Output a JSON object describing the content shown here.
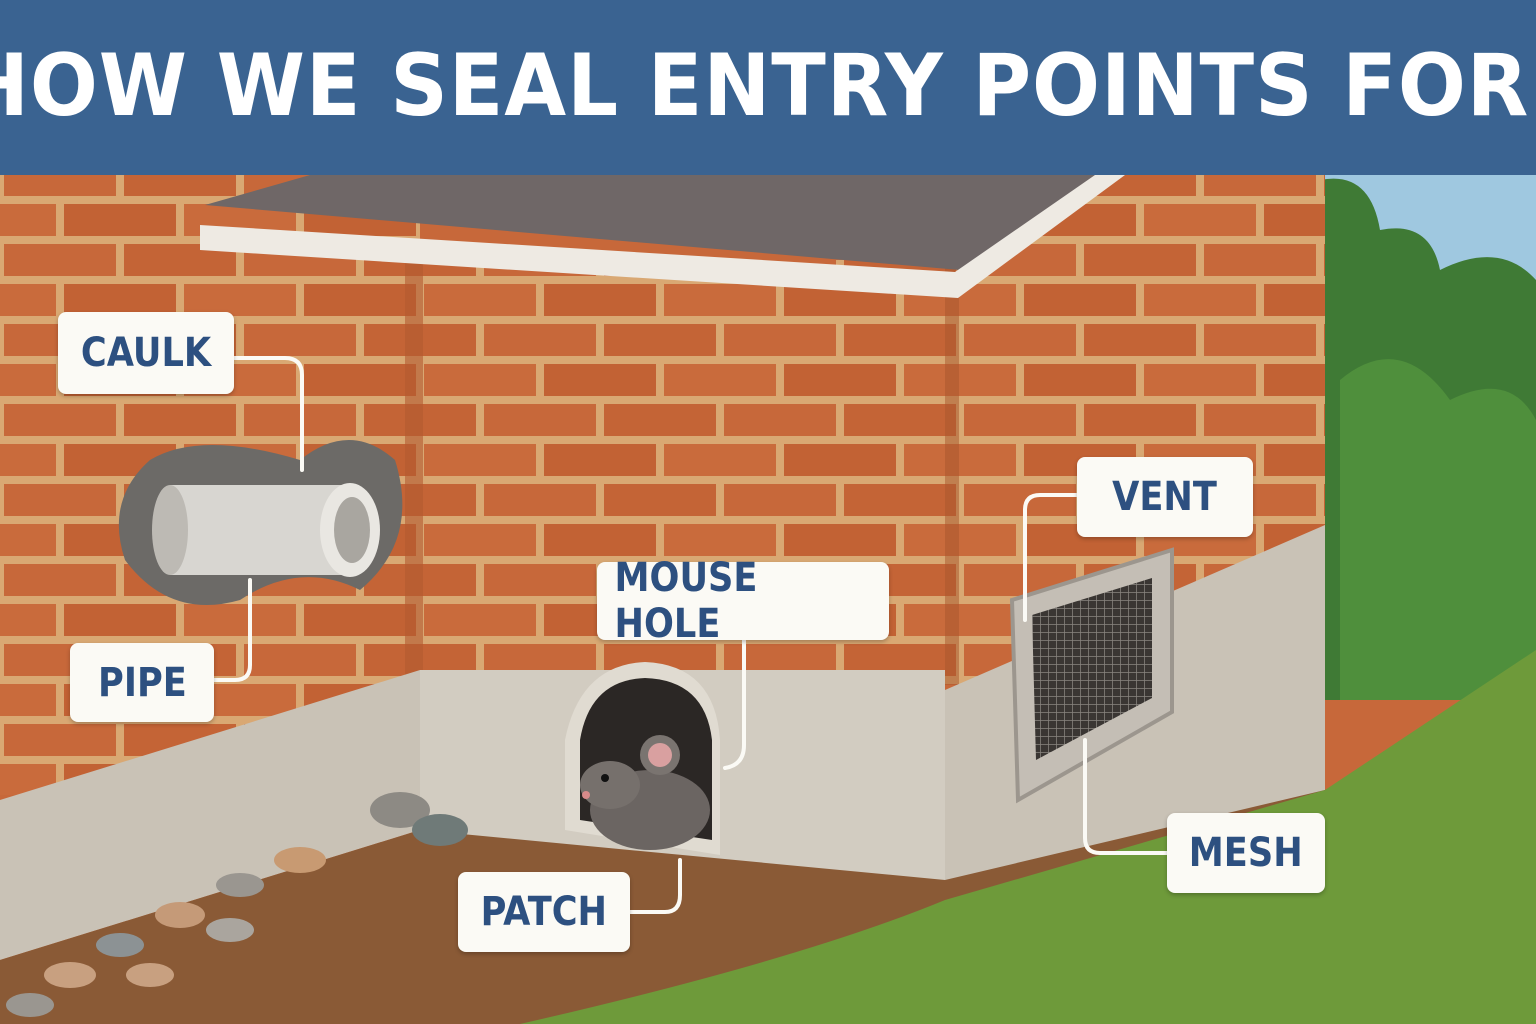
{
  "title": "HOW WE SEAL ENTRY POINTS FOR MICE",
  "labels": {
    "caulk": "CAULK",
    "pipe": "PIPE",
    "mouse_hole": "MOUSE HOLE",
    "patch": "PATCH",
    "vent": "VENT",
    "mesh": "MESH"
  },
  "colors": {
    "title_band": "#3a6391",
    "label_text": "#2d5080",
    "brick": "#c7683a",
    "mortar": "#d9a873"
  }
}
